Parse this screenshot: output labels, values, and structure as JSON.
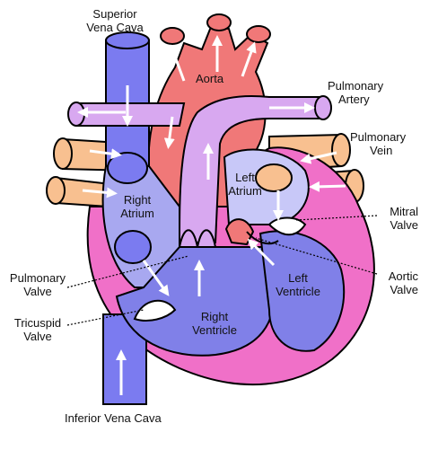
{
  "labels": {
    "superior_vena_cava_1": "Superior",
    "superior_vena_cava_2": "Vena Cava",
    "aorta": "Aorta",
    "pulmonary_artery_1": "Pulmonary",
    "pulmonary_artery_2": "Artery",
    "pulmonary_vein_1": "Pulmonary",
    "pulmonary_vein_2": "Vein",
    "left_atrium_1": "Left",
    "left_atrium_2": "Atrium",
    "right_atrium_1": "Right",
    "right_atrium_2": "Atrium",
    "mitral_valve_1": "Mitral",
    "mitral_valve_2": "Valve",
    "aortic_valve_1": "Aortic",
    "aortic_valve_2": "Valve",
    "pulmonary_valve_1": "Pulmonary",
    "pulmonary_valve_2": "Valve",
    "tricuspid_valve_1": "Tricuspid",
    "tricuspid_valve_2": "Valve",
    "left_ventricle_1": "Left",
    "left_ventricle_2": "Ventricle",
    "right_ventricle_1": "Right",
    "right_ventricle_2": "Ventricle",
    "inferior_vena_cava": "Inferior Vena Cava"
  },
  "colors": {
    "vena_cava": "#7b7bf0",
    "aorta": "#f07878",
    "pulmonary_artery": "#d8a8f0",
    "pulmonary_vein": "#f8c090",
    "heart_wall": "#f070c8",
    "right_chambers": "#a8a8f0",
    "left_chambers": "#8080e8",
    "atrium_light": "#c8c8f8",
    "outline": "#000000",
    "arrow": "#ffffff"
  }
}
